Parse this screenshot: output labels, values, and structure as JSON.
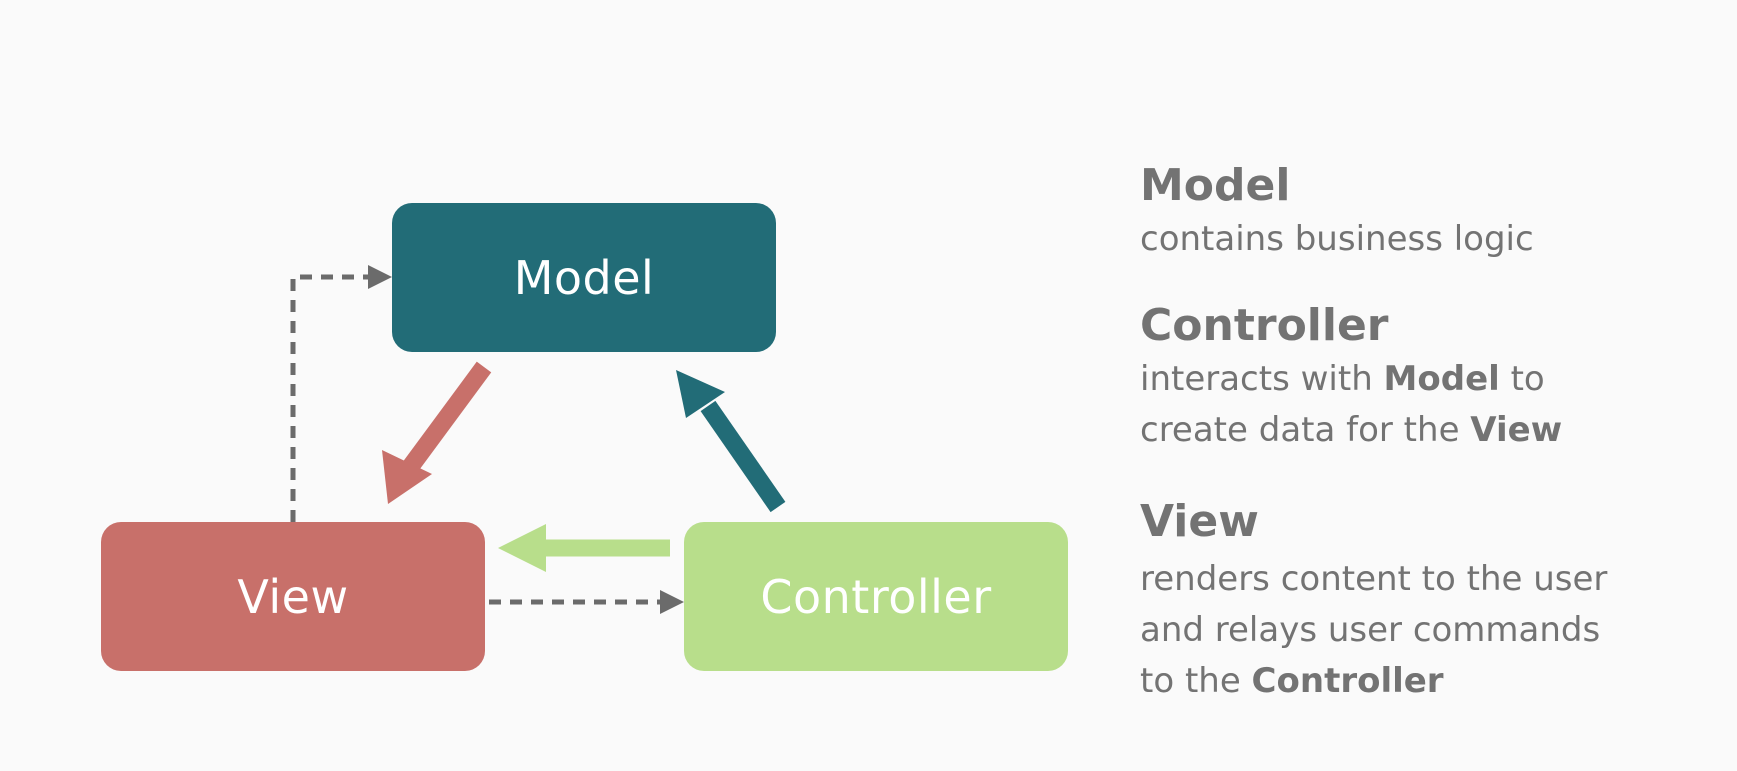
{
  "diagram": {
    "model_label": "Model",
    "view_label": "View",
    "controller_label": "Controller"
  },
  "legend": {
    "model": {
      "title": "Model",
      "desc": "contains business logic"
    },
    "controller": {
      "title": "Controller",
      "desc_line1_pre": "interacts with ",
      "desc_line1_bold": "Model",
      "desc_line1_post": " to",
      "desc_line2_pre": "create data for the ",
      "desc_line2_bold": "View"
    },
    "view": {
      "title": "View",
      "desc_line1": "renders content to the user",
      "desc_line2": "and relays user commands",
      "desc_line3_pre": "to the ",
      "desc_line3_bold": "Controller"
    }
  },
  "colors": {
    "model": "#226c77",
    "view": "#c8706a",
    "controller": "#b8de8b",
    "dashed_arrow": "#6b6b6b",
    "text": "#737373"
  }
}
